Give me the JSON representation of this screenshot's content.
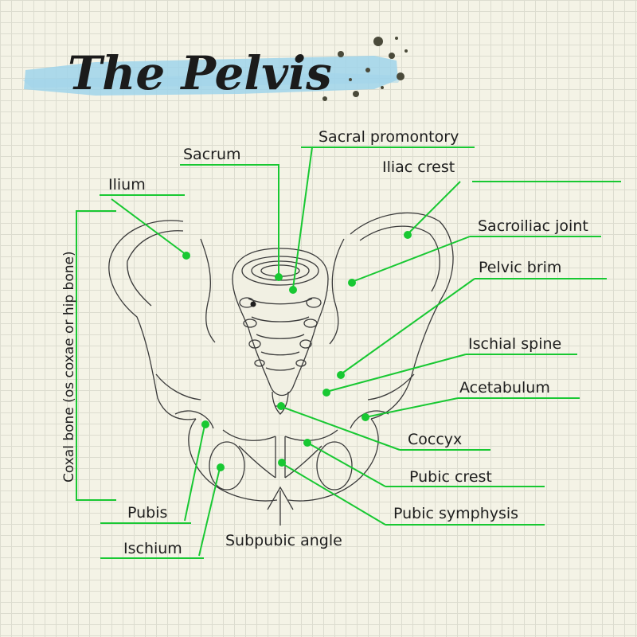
{
  "title": "The Pelvis",
  "colors": {
    "accent": "#18c832",
    "brush": "#9fd3ea",
    "ink": "#1e1e1e"
  },
  "labels": {
    "ilium": "Ilium",
    "sacrum": "Sacrum",
    "sacral_promontory": "Sacral promontory",
    "iliac_crest": "Iliac crest",
    "sacroiliac_joint": "Sacroiliac joint",
    "pelvic_brim": "Pelvic brim",
    "ischial_spine": "Ischial spine",
    "acetabulum": "Acetabulum",
    "coccyx": "Coccyx",
    "pubic_crest": "Pubic crest",
    "pubic_symphysis": "Pubic symphysis",
    "subpubic_angle": "Subpubic angle",
    "pubis": "Pubis",
    "ischium": "Ischium",
    "coxal_bone": "Coxal bone (os coxae or hip bone)"
  }
}
